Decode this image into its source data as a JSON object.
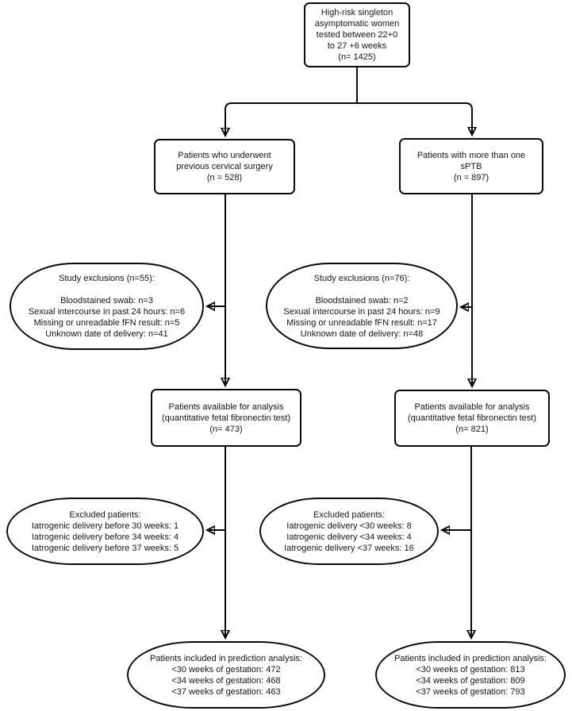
{
  "style": {
    "bg": "#ffffff",
    "stroke": "#0a0a0a",
    "text": "#141414"
  },
  "flowchart": {
    "nodes": {
      "enrollment": {
        "shape": "rect",
        "lines": [
          "High-risk singleton",
          "asymptomatic women",
          "tested between 22+0",
          "to 27 +6 weeks",
          "(n= 1425)"
        ]
      },
      "cervical_surgery": {
        "shape": "rect",
        "lines": [
          "Patients who underwent",
          "previous cervical surgery",
          "(n = 528)"
        ]
      },
      "multiple_sptb": {
        "shape": "rect",
        "lines": [
          "Patients with more than one",
          "sPTB",
          "(n = 897)"
        ]
      },
      "exclusions_left": {
        "shape": "oval",
        "lines": [
          "Study exclusions (n=55):",
          "",
          "Bloodstained swab: n=3",
          "Sexual intercourse in past 24 hours: n=6",
          "Missing or unreadable fFN result: n=5",
          "Unknown date of delivery: n=41"
        ]
      },
      "exclusions_right": {
        "shape": "oval",
        "lines": [
          "Study exclusions (n=76):",
          "",
          "Bloodstained swab: n=2",
          "Sexual intercourse in past 24 hours: n=9",
          "Missing or unreadable fFN result: n=17",
          "Unknown date of delivery: n=48"
        ]
      },
      "available_left": {
        "shape": "rect",
        "lines": [
          "Patients available for analysis",
          "(quantitative fetal fibronectin test)",
          "(n= 473)"
        ]
      },
      "available_right": {
        "shape": "rect",
        "lines": [
          "Patients available for analysis",
          "(quantitative fetal fibronectin test)",
          "(n= 821)"
        ]
      },
      "excluded_left": {
        "shape": "oval",
        "lines": [
          "Excluded patients:",
          "Iatrogenic delivery before 30 weeks: 1",
          "Iatrogenic delivery before 34 weeks: 4",
          "Iatrogenic delivery before 37 weeks: 5"
        ]
      },
      "excluded_right": {
        "shape": "oval",
        "lines": [
          "Excluded patients:",
          "Iatrogenic delivery <30 weeks: 8",
          "Iatrogenic delivery <34 weeks: 4",
          "Iatrogenic delivery <37 weeks: 16"
        ]
      },
      "included_left": {
        "shape": "oval",
        "lines": [
          "Patients included in prediction analysis:",
          "<30 weeks of gestation: 472",
          "<34 weeks of gestation: 468",
          "<37 weeks of gestation: 463"
        ]
      },
      "included_right": {
        "shape": "oval",
        "lines": [
          "Patients included in prediction analysis:",
          "<30 weeks of gestation: 813",
          "<34 weeks of gestation: 809",
          "<37 weeks of gestation: 793"
        ]
      }
    }
  }
}
